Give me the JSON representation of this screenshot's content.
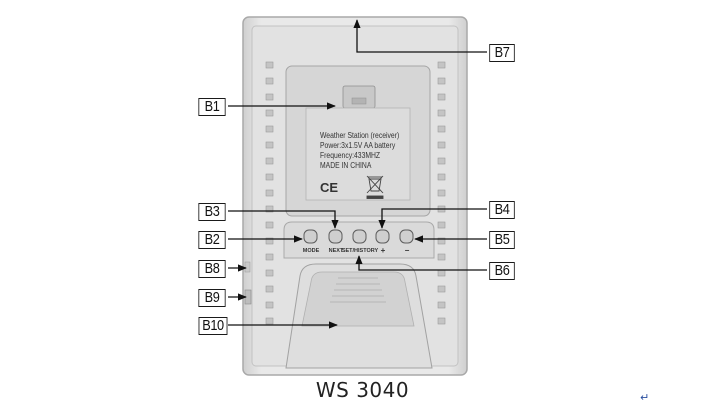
{
  "model": "WS 3040",
  "label_sticker": {
    "line1": "Weather Station (receiver)",
    "line2": "Power:3x1.5V AA battery",
    "line3": "Frequency:433MHZ",
    "line4": "MADE IN CHINA",
    "ce_mark": "CE"
  },
  "buttons": [
    "MODE",
    "NEXT",
    "SET/HISTORY",
    "+",
    "−"
  ],
  "callouts": {
    "b1": "B1",
    "b2": "B2",
    "b3": "B3",
    "b4": "B4",
    "b5": "B5",
    "b6": "B6",
    "b7": "B7",
    "b8": "B8",
    "b9": "B9",
    "b10": "B10"
  },
  "icons": {
    "recycle": "crossed-bin-icon",
    "paragraph": "return-arrow-icon"
  },
  "colors": {
    "housing": "#e6e6e6",
    "edge": "#b8b8b8",
    "panel": "#d9d9d9",
    "text": "#1a1a1a"
  }
}
